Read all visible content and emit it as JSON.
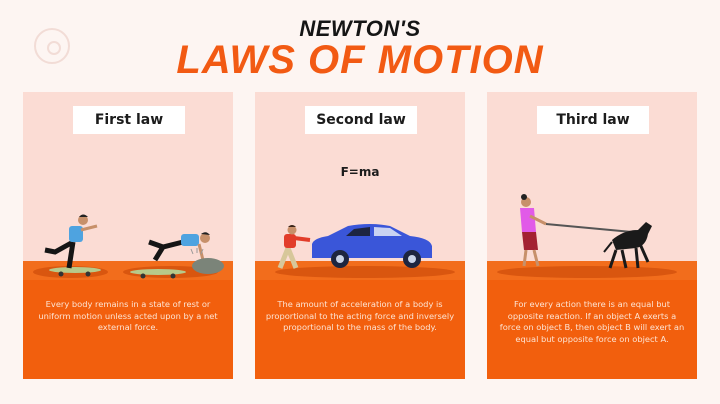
{
  "header": {
    "title_line1": "NEWTON'S",
    "title_line2": "LAWS OF MOTION"
  },
  "colors": {
    "background": "#fdf5f2",
    "accent_orange": "#f25a13",
    "panel_pink": "#fbdcd4",
    "ground_orange": "#f26d1c",
    "desc_orange": "#f25f0d"
  },
  "panels": [
    {
      "label": "First law",
      "illustration": "skateboarder-stopped-by-rock",
      "description": "Every body remains in a state of rest or uniform motion unless acted upon by a net external force."
    },
    {
      "label": "Second law",
      "formula": "F=ma",
      "illustration": "man-pushing-car",
      "description": "The amount of acceleration of a body is proportional to the acting force and inversely proportional to the mass of the body."
    },
    {
      "label": "Third law",
      "illustration": "woman-walking-dog-on-leash",
      "description": "For every action there is an equal but opposite reaction. If an object A exerts a force on object B, then object B will exert an equal but opposite force on object A."
    }
  ]
}
